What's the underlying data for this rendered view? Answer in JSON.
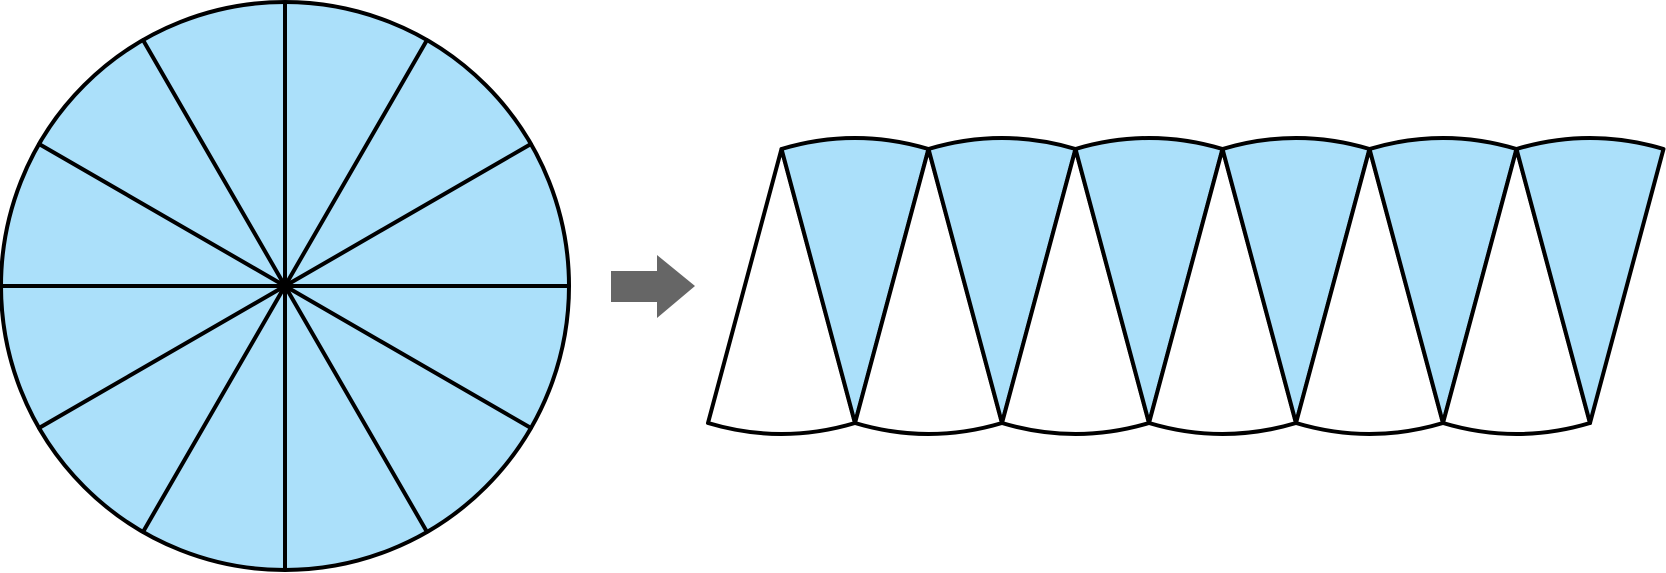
{
  "diagram": {
    "description_visible_text": "",
    "circle": {
      "sector_count": 12,
      "fill_color": "#abe0fa",
      "stroke_color": "#000000"
    },
    "arrow": {
      "color": "#666666",
      "icon": "right-arrow-icon"
    },
    "rearranged": {
      "sector_count": 12,
      "sectors": [
        {
          "orientation": "up",
          "filled": false
        },
        {
          "orientation": "down",
          "filled": true
        },
        {
          "orientation": "up",
          "filled": false
        },
        {
          "orientation": "down",
          "filled": true
        },
        {
          "orientation": "up",
          "filled": false
        },
        {
          "orientation": "down",
          "filled": true
        },
        {
          "orientation": "up",
          "filled": false
        },
        {
          "orientation": "down",
          "filled": true
        },
        {
          "orientation": "up",
          "filled": false
        },
        {
          "orientation": "down",
          "filled": true
        },
        {
          "orientation": "up",
          "filled": false
        },
        {
          "orientation": "down",
          "filled": true
        }
      ],
      "filled_color": "#abe0fa",
      "empty_color": "#ffffff",
      "stroke_color": "#000000"
    }
  }
}
